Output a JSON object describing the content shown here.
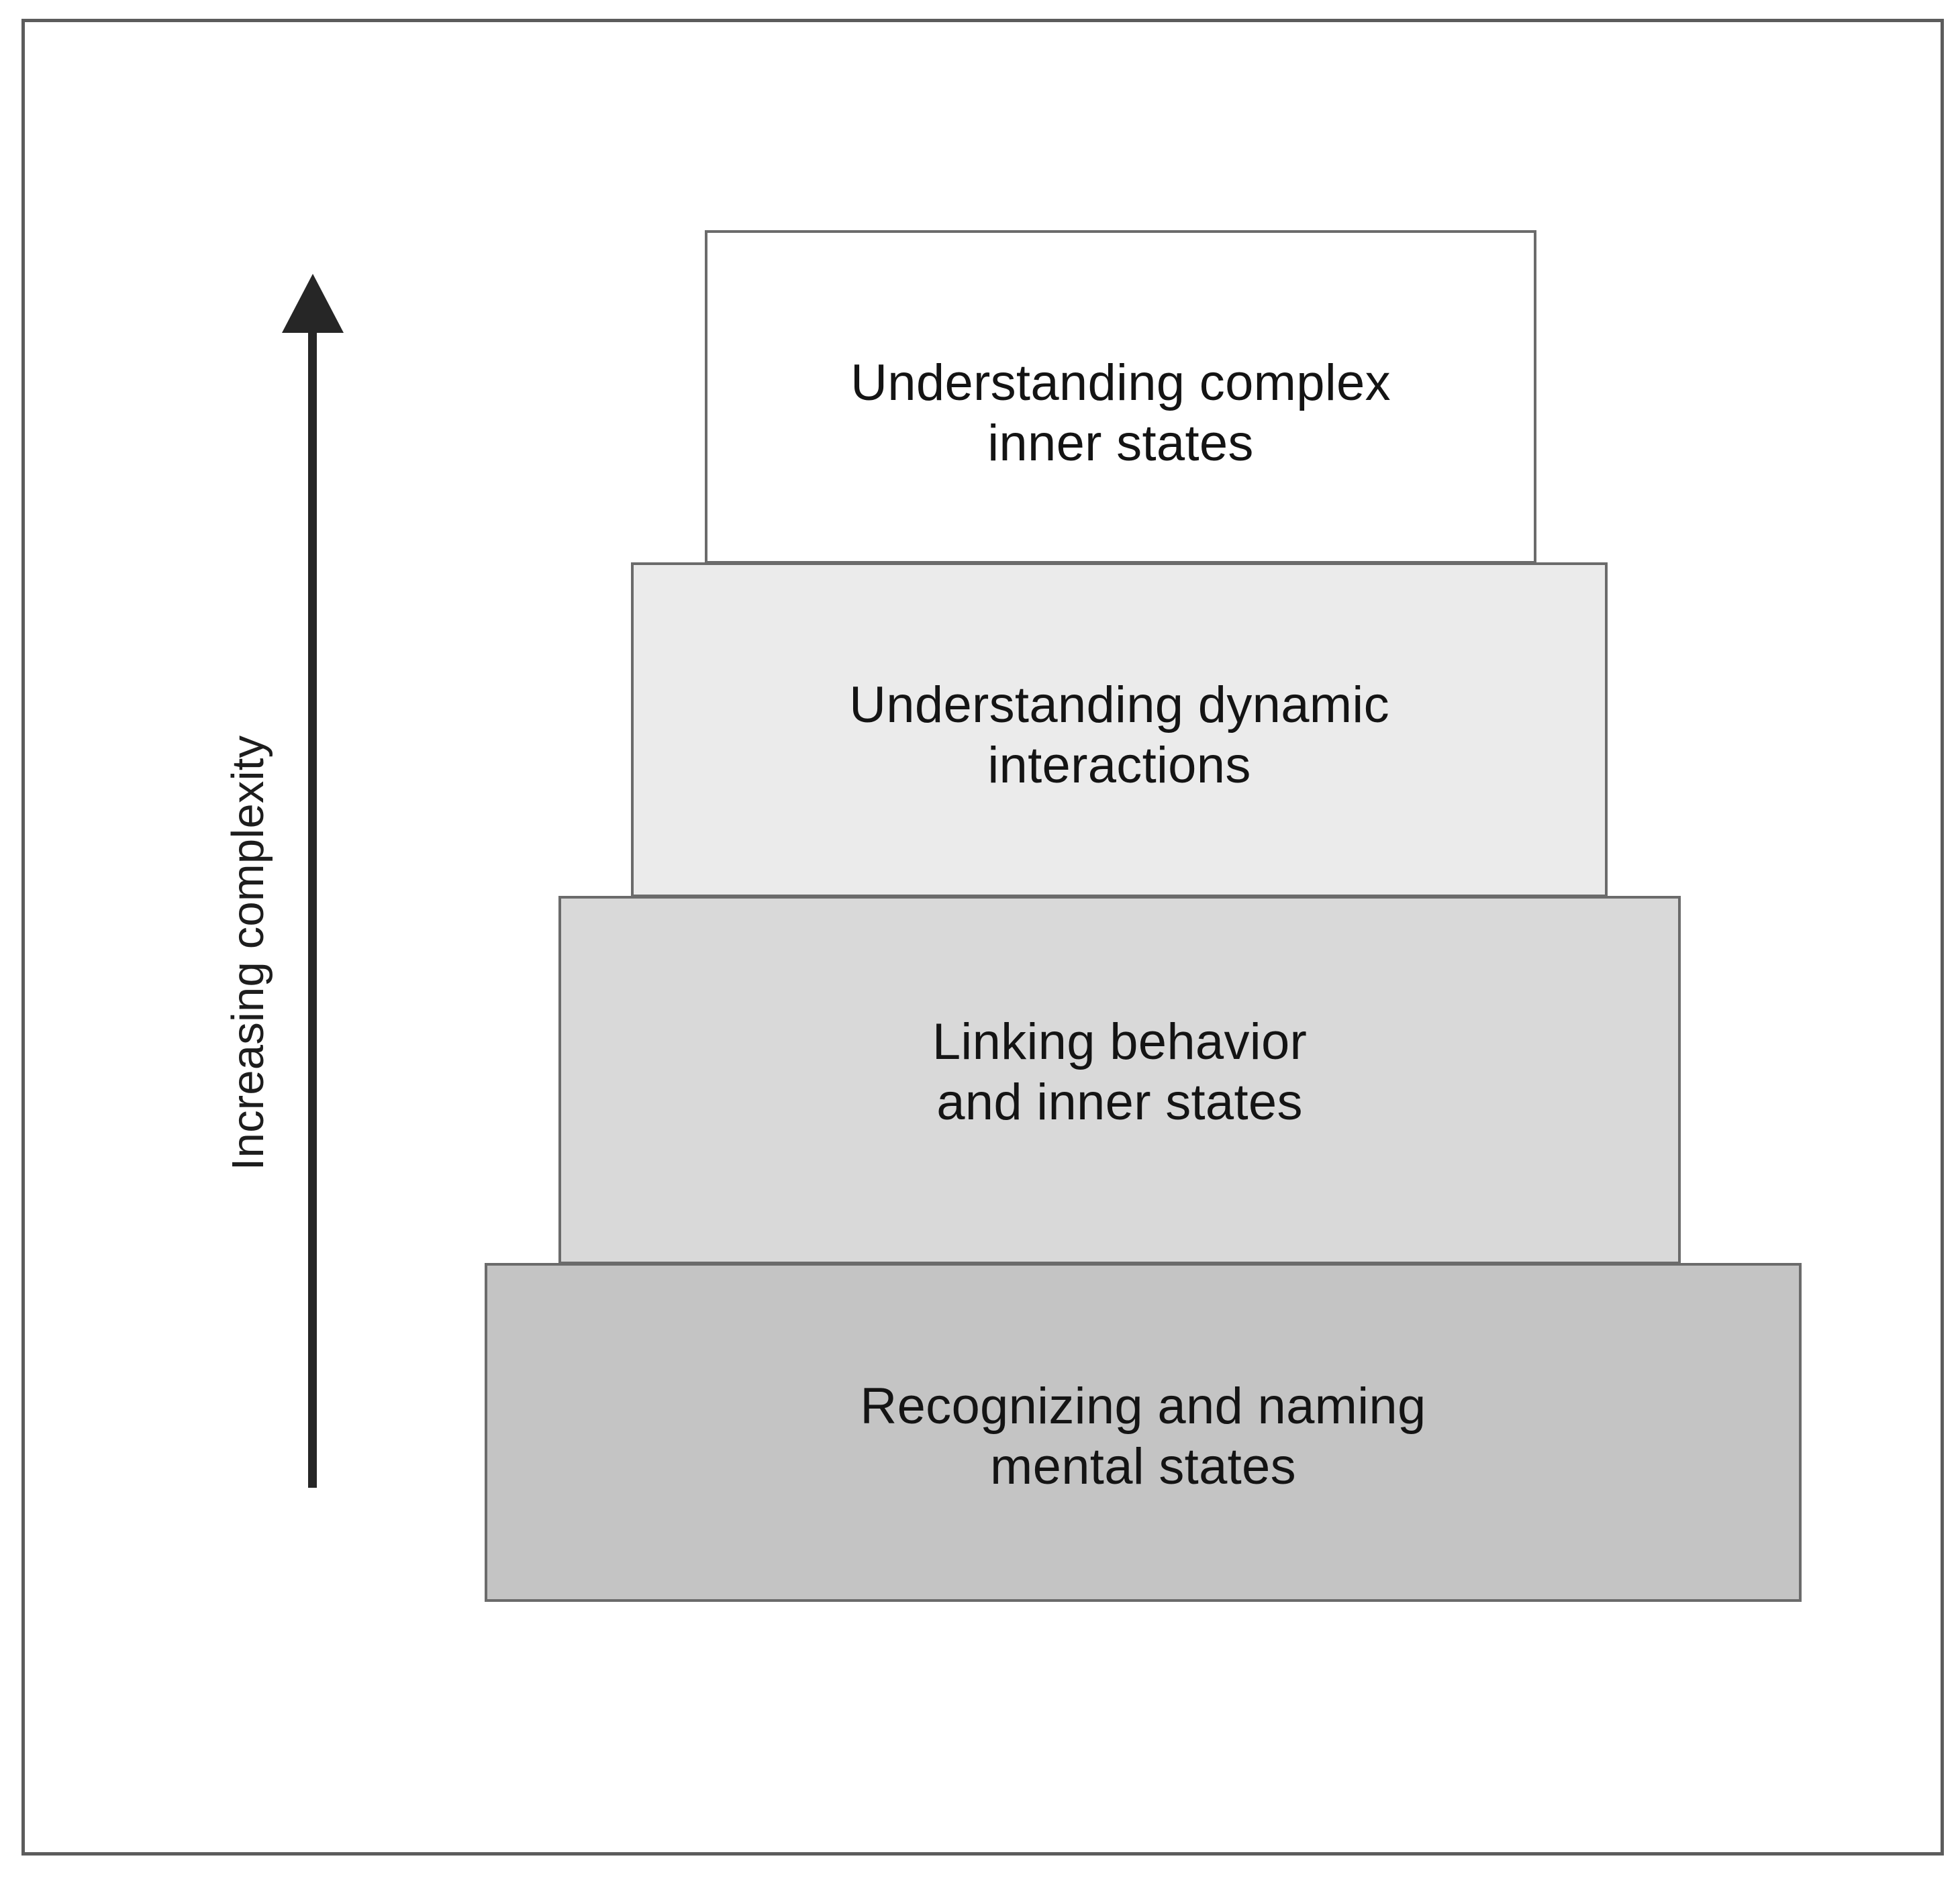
{
  "figure": {
    "type": "layered-pyramid-diagram",
    "background_color": "#ffffff",
    "frame_color": "#5c5c5c",
    "axis": {
      "label": "Increasing complexity",
      "direction": "upward",
      "arrow_color": "#262626",
      "orientation": "vertical",
      "rotation_degrees": -90
    },
    "tiers": [
      {
        "level": 4,
        "position": "top",
        "label": "Understanding complex\ninner states",
        "line_1": "Understanding complex",
        "line_2": "inner states",
        "fill_color": "#ffffff",
        "border_color": "#6b6b6b",
        "complexity_rank": "highest"
      },
      {
        "level": 3,
        "position": "upper-middle",
        "label": "Understanding dynamic\ninteractions",
        "line_1": "Understanding dynamic",
        "line_2": "interactions",
        "fill_color": "#ebebeb",
        "border_color": "#6b6b6b",
        "complexity_rank": "high"
      },
      {
        "level": 2,
        "position": "lower-middle",
        "label": "Linking behavior\nand inner states",
        "line_1": "Linking behavior",
        "line_2": "and inner states",
        "fill_color": "#d9d9d9",
        "border_color": "#6b6b6b",
        "complexity_rank": "moderate"
      },
      {
        "level": 1,
        "position": "bottom",
        "label": "Recognizing and naming\nmental states",
        "line_1": "Recognizing and naming",
        "line_2": "mental states",
        "fill_color": "#c4c4c4",
        "border_color": "#6b6b6b",
        "complexity_rank": "lowest"
      }
    ]
  }
}
